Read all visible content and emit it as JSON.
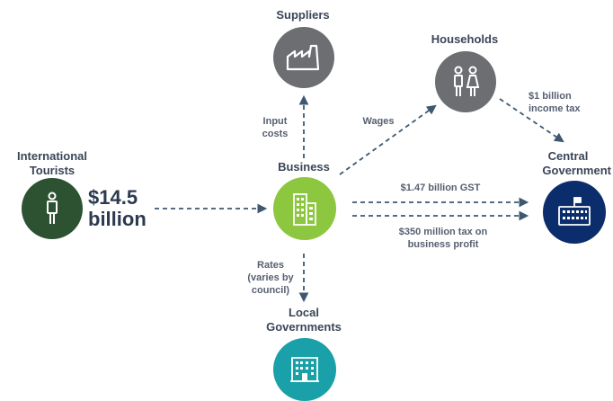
{
  "nodes": {
    "suppliers": {
      "title": "Suppliers"
    },
    "households": {
      "title": "Households"
    },
    "tourists": {
      "title_line1": "International",
      "title_line2": "Tourists"
    },
    "business": {
      "title": "Business"
    },
    "central": {
      "title_line1": "Central",
      "title_line2": "Government"
    },
    "local": {
      "title_line1": "Local",
      "title_line2": "Governments"
    }
  },
  "amount": {
    "line1": "$14.5",
    "line2": "billion"
  },
  "flows": {
    "input_costs": {
      "line1": "Input",
      "line2": "costs"
    },
    "wages": "Wages",
    "income_tax": {
      "line1": "$1 billion",
      "line2": "income tax"
    },
    "gst": "$1.47 billion GST",
    "profit_tax": {
      "line1": "$350 million tax on",
      "line2": "business profit"
    },
    "rates": {
      "line1": "Rates",
      "line2": "(varies by",
      "line3": "council)"
    }
  },
  "colors": {
    "grey": "#6d6e71",
    "dark_green": "#2d5232",
    "lime": "#8dc63f",
    "navy": "#0b2d6b",
    "teal": "#1aa0a8",
    "arrow": "#3e5871"
  }
}
